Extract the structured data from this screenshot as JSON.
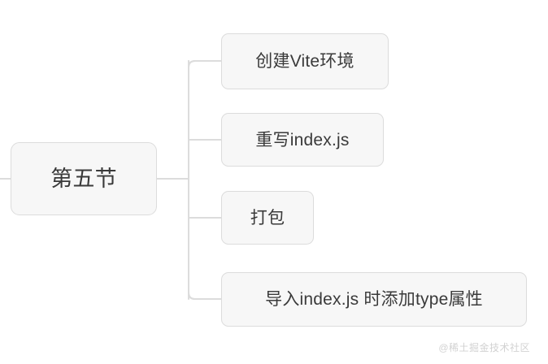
{
  "diagram": {
    "type": "mindmap",
    "orientation": "left-to-right",
    "background_color": "#ffffff",
    "node_fill_color": "#f7f7f7",
    "node_border_color": "#dcdcdc",
    "connector_color": "#dcdcdc",
    "text_color": "#3a3a3a",
    "root": {
      "label": "第五节"
    },
    "children": [
      {
        "label": "创建Vite环境"
      },
      {
        "label": "重写index.js"
      },
      {
        "label": "打包"
      },
      {
        "label": "导入index.js 时添加type属性"
      }
    ]
  },
  "watermark": {
    "text": "@稀土掘金技术社区",
    "color": "#d2d2d2"
  }
}
